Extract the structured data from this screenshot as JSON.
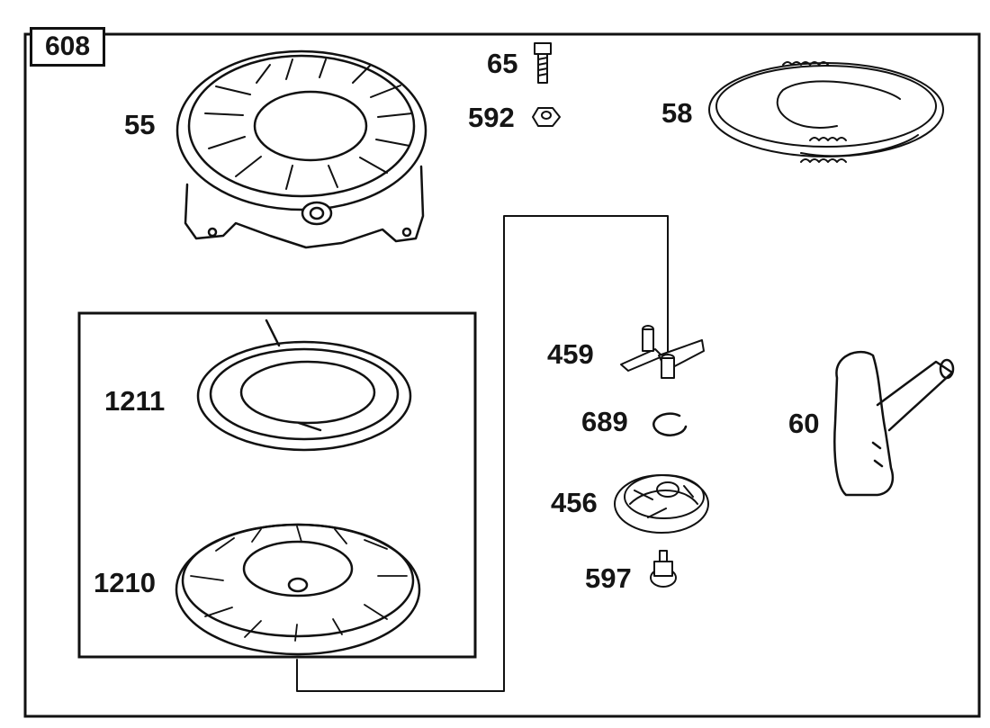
{
  "diagram": {
    "reference_number": "608",
    "part_labels": {
      "p55": "55",
      "p65": "65",
      "p592": "592",
      "p58": "58",
      "p459": "459",
      "p689": "689",
      "p456": "456",
      "p597": "597",
      "p60": "60",
      "p1211": "1211",
      "p1210": "1210"
    }
  }
}
